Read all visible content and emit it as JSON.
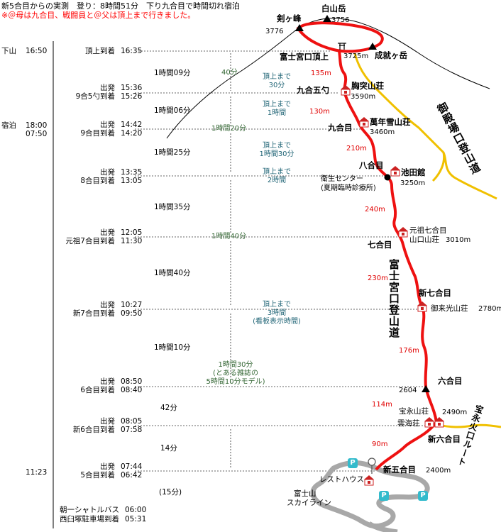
{
  "header": {
    "line1": "新5合目からの実測　登り：8時間51分　下り九合目で時間切れ宿泊",
    "line2": "※＠母は九合目、戦闘員と＠父は頂上まで行きました。"
  },
  "left_events": [
    {
      "label": "下山",
      "time": "16:50"
    },
    {
      "label": "宿泊",
      "time": "18:00"
    },
    {
      "label": "",
      "time": "07:50"
    },
    {
      "label": "",
      "time": "11:23"
    }
  ],
  "checkpoints": {
    "summit": {
      "arrive_label": "頂上到着",
      "arrive": "16:35"
    },
    "9_5": {
      "depart_label": "出発",
      "depart": "15:36",
      "arrive_label": "9合5勺到着",
      "arrive": "15:26"
    },
    "9": {
      "depart_label": "出発",
      "depart": "14:42",
      "arrive_label": "9合目到着",
      "arrive": "14:20"
    },
    "8": {
      "depart_label": "出発",
      "depart": "13:35",
      "arrive_label": "8合目到着",
      "arrive": "13:05"
    },
    "g7": {
      "depart_label": "出発",
      "depart": "12:05",
      "arrive_label": "元祖7合目到着",
      "arrive": "11:30"
    },
    "n7": {
      "depart_label": "出発",
      "depart": "10:27",
      "arrive_label": "新7合目到着",
      "arrive": "09:50"
    },
    "6": {
      "depart_label": "出発",
      "depart": "08:50",
      "arrive_label": "6合目到着",
      "arrive": "08:40"
    },
    "n6": {
      "depart_label": "出発",
      "depart": "08:05",
      "arrive_label": "新6合目到着",
      "arrive": "07:58"
    },
    "5": {
      "depart_label": "出発",
      "depart": "07:44",
      "arrive_label": "5合目到着",
      "arrive": "06:42"
    },
    "bus": {
      "label": "朝一シャトルバス",
      "time": "06:00"
    },
    "parking": {
      "label": "西臼塚駐車場到着",
      "time": "05:31"
    }
  },
  "segments": {
    "s1": "1時間09分",
    "s2": "1時間06分",
    "s3": "1時間25分",
    "s4": "1時間35分",
    "s5": "1時間40分",
    "s6": "1時間10分",
    "s7": "42分",
    "s8": "14分",
    "s9": "(15分)"
  },
  "guide_times": {
    "g1": "40分",
    "g2": "1時間20分",
    "g3": "1時間40分",
    "g4": [
      "1時間30分",
      "(とある雑誌の",
      "5時間10分モデル)"
    ]
  },
  "to_summit_notes": {
    "n1": [
      "頂上まで",
      "30分"
    ],
    "n2": [
      "頂上まで",
      "1時間"
    ],
    "n3": [
      "頂上まで",
      "1時間30分"
    ],
    "n4": [
      "頂上まで",
      "2時間"
    ],
    "n5": [
      "頂上まで",
      "3時間",
      "(看板表示時間)"
    ]
  },
  "map_labels": {
    "kengamine": "剣ヶ峰",
    "kengamine_elev": "3776",
    "hakusan": "白山岳",
    "hakusan_elev": "3756",
    "summit_point": "富士宮口頂上",
    "summit_elev": "3725m",
    "joju": "成就ヶ岳",
    "kyugo_goshaku": "九合五勺",
    "munatsuki": "胸突山荘",
    "munatsuki_elev": "3590m",
    "kyugome": "九合目",
    "mannen": "萬年雪山荘",
    "mannen_elev": "3460m",
    "hachigome": "八合目",
    "ikeda": "池田館",
    "ikeda_elev": "3250m",
    "eisei1": "衛生センター",
    "eisei2": "(夏期臨時診療所)",
    "ganso7_1": "元祖七合目",
    "ganso7_2": "山口山荘",
    "ganso7_elev": "3010m",
    "nanagome": "七合目",
    "shin7": "新七合目",
    "goraiko": "御来光山荘",
    "goraiko_elev": "2780m",
    "rokugome": "六合目",
    "rokugome_elev": "2604",
    "hoei_sanso": "宝永山荘",
    "hoei_elev": "2490m",
    "unkai": "雲海荘",
    "shin6": "新六合目",
    "shin5": "新五合目",
    "shin5_elev": "2400m",
    "rest_house": "レストハウス",
    "skyline1": "富士山",
    "skyline2": "スカイライン",
    "fujinomiya_trail": "富士宮口登山道",
    "gotemba_trail": "御殿場口登山道",
    "hoei_route": "宝永火口ルート",
    "parking_icon": "P"
  },
  "segment_distances": {
    "d1": "135m",
    "d2": "130m",
    "d3": "210m",
    "d4": "240m",
    "d5": "230m",
    "d6": "176m",
    "d7": "114m",
    "d8": "90m"
  },
  "colors": {
    "trail": "#ee1111",
    "gotemba_route": "#f0c000",
    "skyline_road": "#a8a8a8",
    "hut_fill": "#cc2222",
    "guide_text": "#336633",
    "note_text": "#226677",
    "parking_badge": "#33bbcc",
    "header_warning": "#ff0000"
  }
}
